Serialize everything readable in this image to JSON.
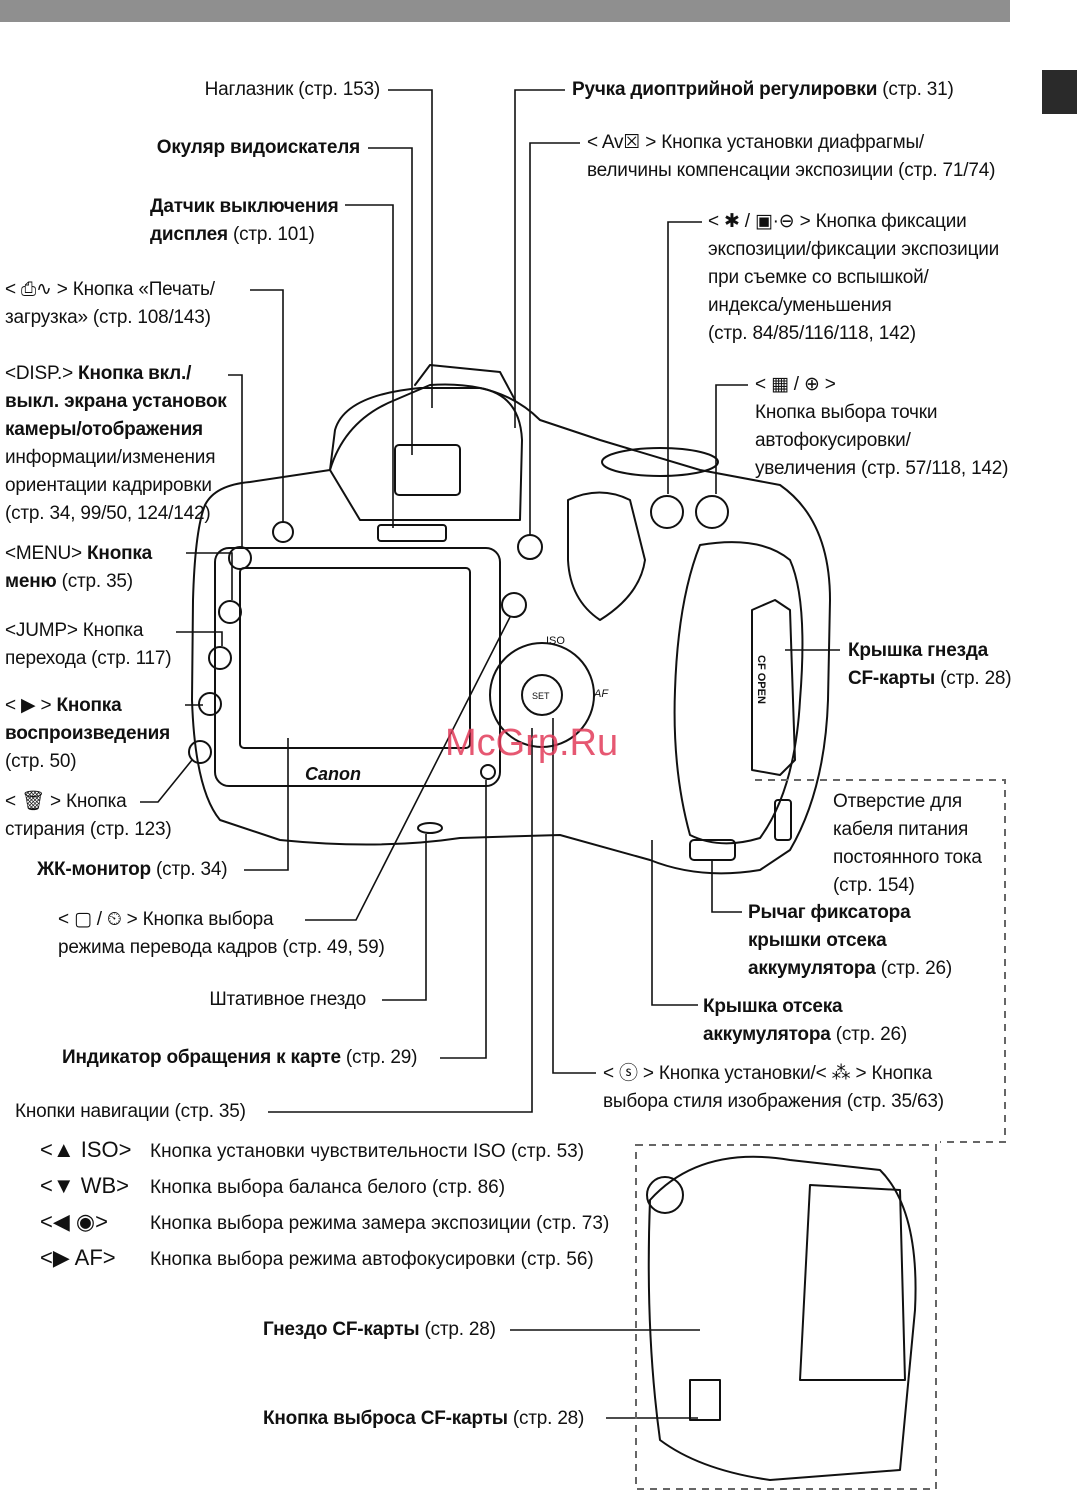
{
  "colors": {
    "topbar": "#8f8f8f",
    "sidetab": "#2a2a2a",
    "watermark": "#e23b5a",
    "line": "#111111"
  },
  "watermark": "McGrp.Ru",
  "camera": {
    "brand": "Canon",
    "open_label": "CF OPEN",
    "iso": "ISO",
    "af": "AF",
    "set": "SET"
  },
  "labels": {
    "eyecup": "Наглазник (стр. 153)",
    "viewfinder_bold": "Окуляр видоискателя",
    "sensor_bold1": "Датчик выключения",
    "sensor_bold2": "дисплея",
    "sensor_ref": " (стр. 101)",
    "print_line1": "< ⎙∿ > Кнопка «Печать/",
    "print_line2": "загрузка» (стр. 108/143)",
    "disp_line1a": "<DISP.> ",
    "disp_line1b": "Кнопка вкл./",
    "disp_line2": "выкл. экрана установок",
    "disp_line3": "камеры/отображения",
    "disp_line4": "информации/изменения",
    "disp_line5": "ориентации кадрировки",
    "disp_line6": "(стр. 34, 99/50, 124/142)",
    "menu_line1a": "<MENU> ",
    "menu_line1b": "Кнопка",
    "menu_line2a": "меню",
    "menu_line2b": " (стр. 35)",
    "jump_line1": "<JUMP> Кнопка",
    "jump_line2": "перехода (стр. 117)",
    "play_line1a": "< ▶ > ",
    "play_line1b": "Кнопка",
    "play_line2": "воспроизведения",
    "play_line3": "(стр. 50)",
    "erase_line1": "< 🗑 > Кнопка",
    "erase_line2": "стирания (стр. 123)",
    "lcd_bold": "ЖК-монитор",
    "lcd_ref": " (стр. 34)",
    "drive_line1": "< ▢ / ⏲ > Кнопка выбора",
    "drive_line2": "режима перевода кадров (стр. 49, 59)",
    "tripod": "Штативное гнездо",
    "access_bold": "Индикатор обращения к карте",
    "access_ref": " (стр. 29)",
    "navbtns": "Кнопки навигации (стр. 35)",
    "diopter_bold": "Ручка диоптрийной регулировки",
    "diopter_ref": " (стр. 31)",
    "av_line1": "< Av☒ > Кнопка установки диафрагмы/",
    "av_line2": "величины компенсации экспозиции (стр. 71/74)",
    "ae_line1": "< ✱ / ▣·⊖ > Кнопка фиксации",
    "ae_line2": "экспозиции/фиксации экспозиции",
    "ae_line3": "при съемке со вспышкой/",
    "ae_line4": "индекса/уменьшения",
    "ae_line5": "(стр. 84/85/116/118, 142)",
    "af_line1": "< ▦ / ⊕ >",
    "af_line2": "Кнопка выбора точки",
    "af_line3": "автофокусировки/",
    "af_line4": "увеличения (стр. 57/118, 142)",
    "cfcover_line1": "Крышка гнезда",
    "cfcover_line2a": "CF-карты",
    "cfcover_line2b": " (стр. 28)",
    "dc_line1": "Отверстие для",
    "dc_line2": "кабеля питания",
    "dc_line3": "постоянного тока",
    "dc_line4": "(стр. 154)",
    "lever_line1": "Рычаг фиксатора",
    "lever_line2": "крышки отсека",
    "lever_line3a": "аккумулятора",
    "lever_line3b": " (стр. 26)",
    "batt_line1": "Крышка отсека",
    "batt_line2a": "аккумулятора",
    "batt_line2b": " (стр. 26)",
    "set_line1": "< ⓢ > Кнопка установки/< ⁂ > Кнопка",
    "set_line2": "выбора стиля изображения (стр. 35/63)",
    "cfslot_bold": "Гнездо CF-карты",
    "cfslot_ref": " (стр. 28)",
    "cfeject_bold": "Кнопка выброса CF-карты",
    "cfeject_ref": " (стр. 28)"
  },
  "nav_items": [
    {
      "symbol": "<▲ ISO>",
      "text": "Кнопка установки чувствительности ISO (стр. 53)"
    },
    {
      "symbol": "<▼ WB>",
      "text": "Кнопка выбора баланса белого (стр. 86)"
    },
    {
      "symbol": "<◀ ◉>",
      "text": "Кнопка выбора режима замера экспозиции (стр. 73)"
    },
    {
      "symbol": "<▶ AF>",
      "text": "Кнопка выбора режима автофокусировки (стр. 56)"
    }
  ]
}
